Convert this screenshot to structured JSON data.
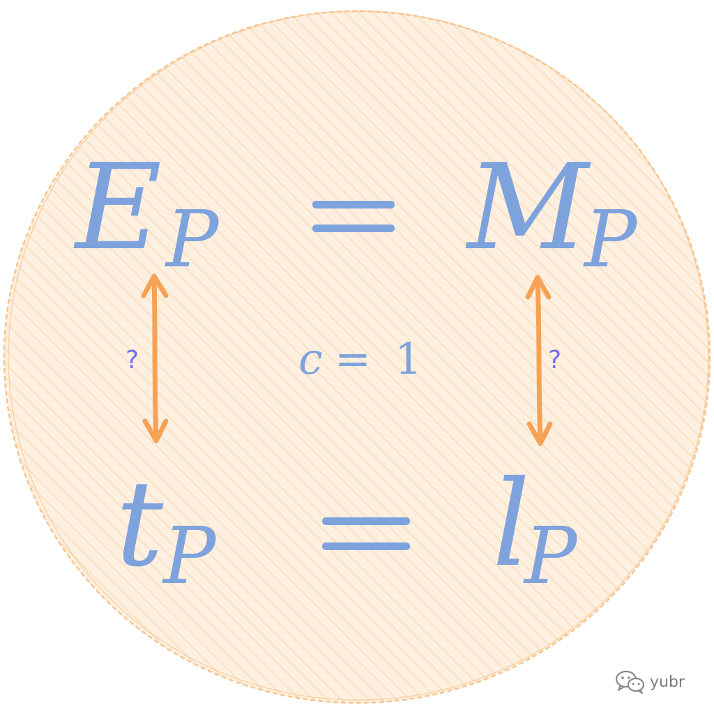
{
  "diagram": {
    "top_equation": {
      "left": {
        "base": "E",
        "sub": "P"
      },
      "operator": "=",
      "right": {
        "base": "M",
        "sub": "P"
      }
    },
    "bottom_equation": {
      "left": {
        "base": "t",
        "sub": "P"
      },
      "operator": "=",
      "right": {
        "base": "l",
        "sub": "P"
      }
    },
    "center_condition": {
      "lhs": "c",
      "op": "=",
      "rhs": "1"
    },
    "left_link_label": "?",
    "right_link_label": "?"
  },
  "watermark": {
    "text": "yubr",
    "icon": "wechat-icon"
  },
  "colors": {
    "circle_fill": "#fbdcb8",
    "circle_stroke": "#f7c48f",
    "hatch": "#f9c995",
    "math": "#7ea2dc",
    "arrow": "#f5a256",
    "question": "#6f6ff0"
  }
}
